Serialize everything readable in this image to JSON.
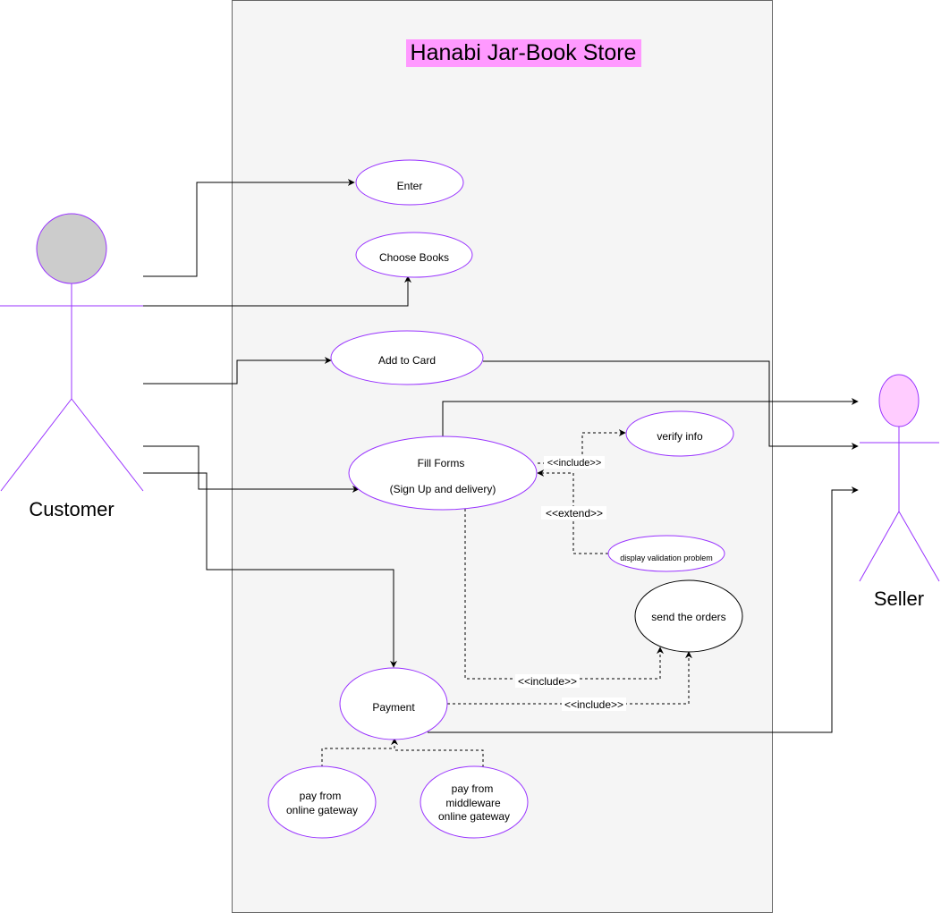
{
  "system": {
    "title": "Hanabi Jar-Book Store",
    "title_highlight": "#ff99ff"
  },
  "actors": {
    "customer": {
      "label": "Customer",
      "head_color": "#cccccc"
    },
    "seller": {
      "label": "Seller",
      "head_color": "#ffccff"
    }
  },
  "use_cases": {
    "enter": "Enter",
    "choose_books": "Choose Books",
    "add_to_card": "Add to Card",
    "fill_forms_line1": "Fill Forms",
    "fill_forms_line2": "(Sign Up and delivery)",
    "verify_info": "verify info",
    "display_validation": "display validation problem",
    "send_orders": "send the orders",
    "payment": "Payment",
    "pay_gateway_line1": "pay from",
    "pay_gateway_line2": "online gateway",
    "pay_middleware_line1": "pay from",
    "pay_middleware_line2": "middleware",
    "pay_middleware_line3": "online gateway"
  },
  "relations": {
    "include_verify": "<<include>>",
    "extend_display": "<<extend>>",
    "include_send_from_forms": "<<include>>",
    "include_send_from_payment": "<<include>>"
  },
  "colors": {
    "use_case_border": "#9933ff",
    "actor_stroke": "#9933ff",
    "system_fill": "#f5f5f5",
    "system_border": "#666666"
  }
}
